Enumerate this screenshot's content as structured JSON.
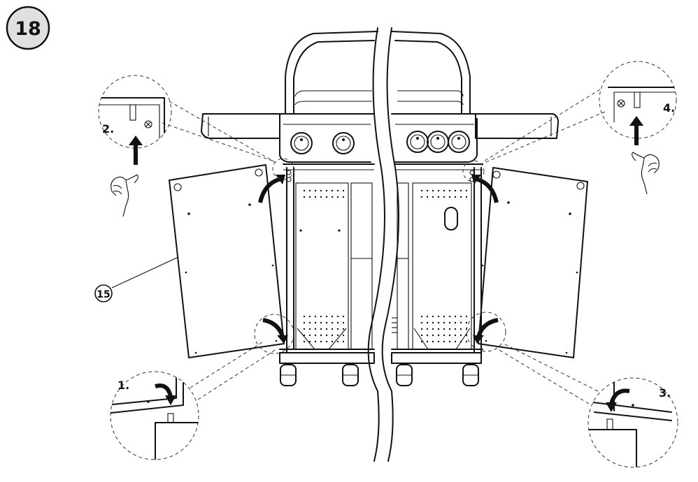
{
  "step": {
    "number": "18"
  },
  "part": {
    "number": "15"
  },
  "callouts": [
    {
      "id": "1",
      "label": "1."
    },
    {
      "id": "2",
      "label": "2."
    },
    {
      "id": "3",
      "label": "3."
    },
    {
      "id": "4",
      "label": "4."
    }
  ]
}
